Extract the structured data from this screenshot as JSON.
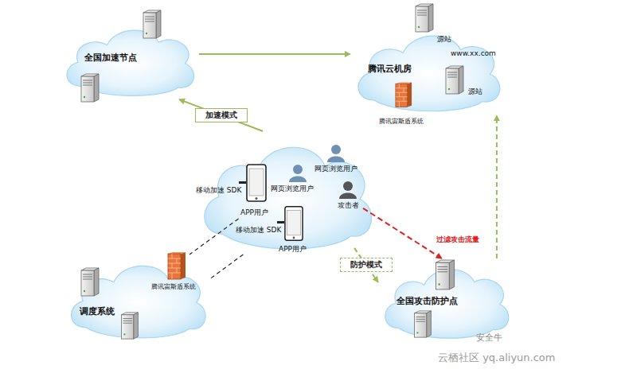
{
  "diagram": {
    "nodes": [
      {
        "text": [
          "全国加速节点"
        ]
      },
      {
        "text": [
          "腾讯云机房"
        ]
      },
      {},
      {
        "text": [
          "移动加速 SDK",
          "APP用户"
        ],
        "in": 2
      },
      {
        "text": [
          "移动加速 SDK",
          "APP用户"
        ],
        "in": 2
      },
      {
        "text": [
          "网页浏览用户"
        ],
        "in": 2
      },
      {
        "text": [
          "网页浏览用户"
        ],
        "in": 2
      },
      {
        "text": [
          "攻击者"
        ],
        "in": 2
      },
      {
        "text": [
          "调度系统"
        ]
      },
      {
        "text": [
          "全国攻击防护点"
        ]
      }
    ],
    "edges": [
      {
        "from": 2,
        "to": 0,
        "arrow": "to",
        "label": "加速模式"
      },
      {
        "from": 0,
        "to": 1,
        "arrow": "to"
      },
      {
        "from": 2,
        "to": 9,
        "arrow": "to",
        "label": "防护模式"
      },
      {
        "from": 7,
        "to": 9,
        "arrow": "to"
      },
      {
        "from": 9,
        "to": 1,
        "arrow": "to"
      },
      {
        "from": 3,
        "to": 8,
        "arrow": "none"
      },
      {
        "from": 4,
        "to": 8,
        "arrow": "none"
      }
    ],
    "labels": [
      "www.xx.com",
      "源站",
      "源站",
      "腾讯宙斯盾系统",
      "腾讯宙斯盾系统",
      "过滤攻击流量",
      "安全牛",
      "云栖社区 yq.aliyun.com"
    ]
  }
}
